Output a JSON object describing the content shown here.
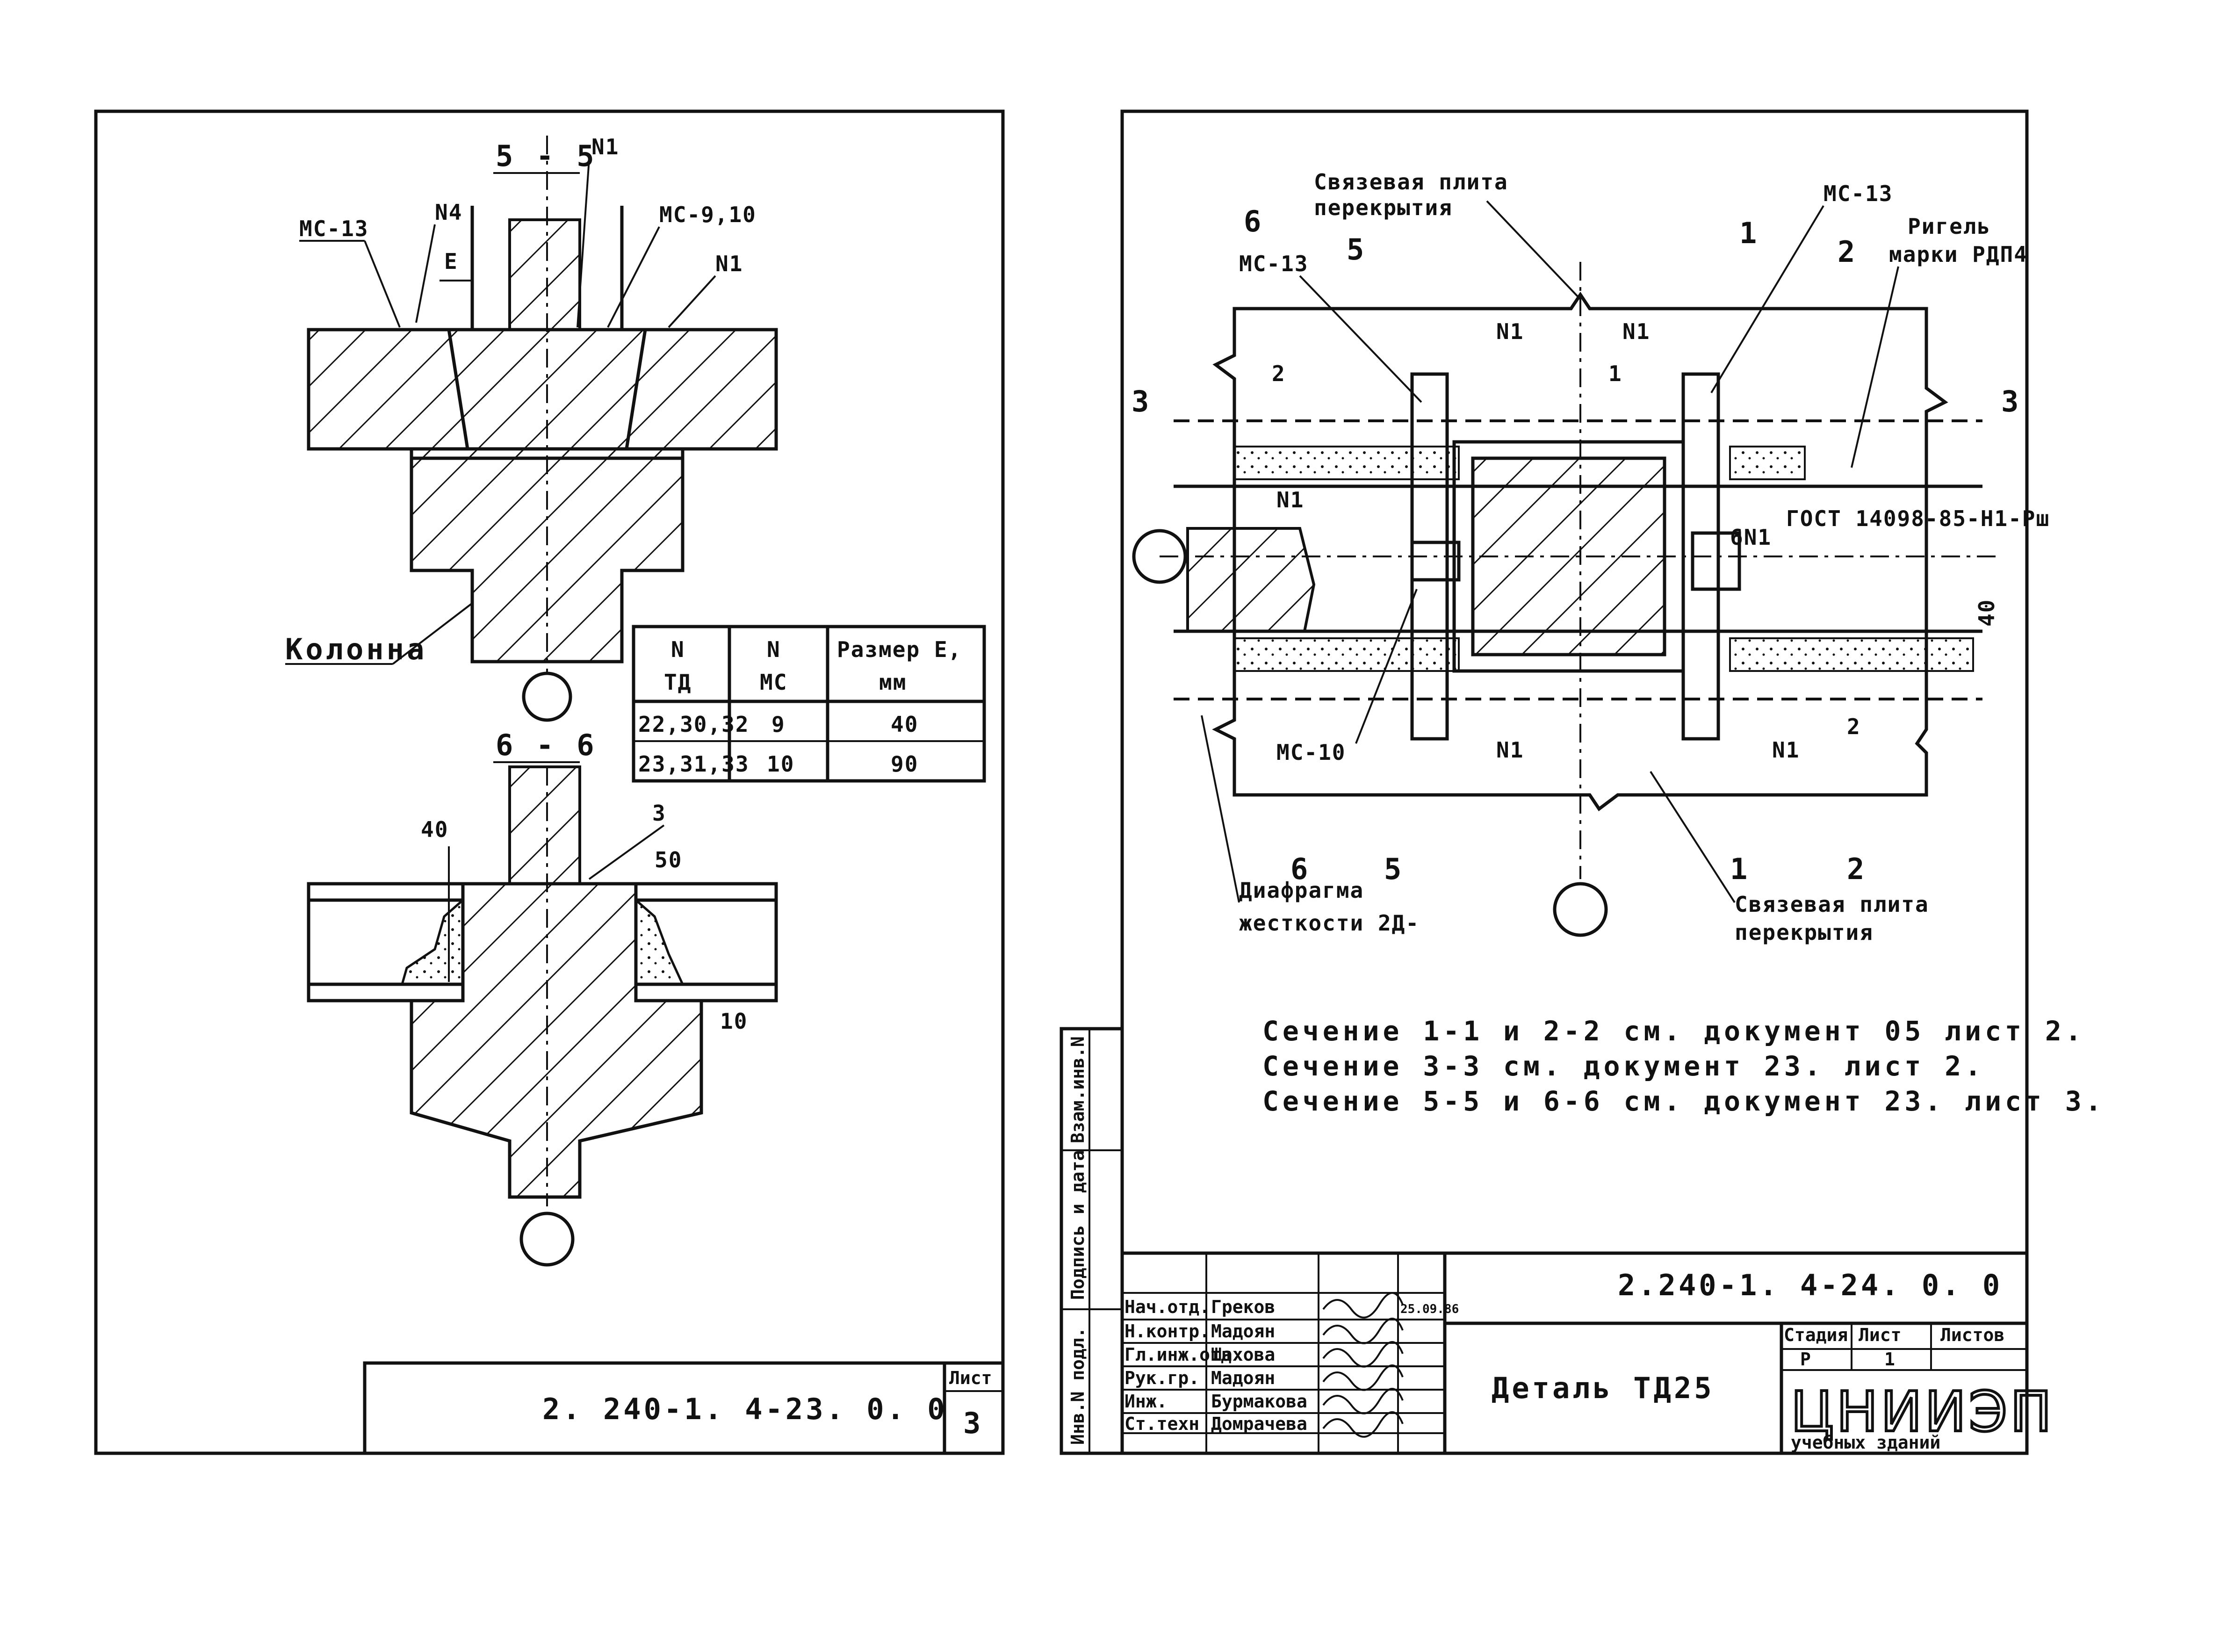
{
  "left_sheet": {
    "section_5": "5 - 5",
    "section_6": "6 - 6",
    "labels": {
      "n1": "N1",
      "n4": "N4",
      "mc13": "МС-13",
      "mc910": "МС-9,10",
      "e": "E",
      "column": "Колонна",
      "dim_40": "40",
      "dim_50": "50",
      "dim_10": "10",
      "item_3": "3"
    },
    "table": {
      "headers": [
        [
          "N",
          "ТД"
        ],
        [
          "N",
          "МС"
        ],
        [
          "Размер E,",
          "мм"
        ]
      ],
      "rows": [
        [
          "22,30,32",
          "9",
          "40"
        ],
        [
          "23,31,33",
          "10",
          "90"
        ]
      ]
    },
    "stamp": {
      "code": "2. 240-1. 4-23. 0. 0",
      "sheet_label": "Лист",
      "sheet_number": "3"
    }
  },
  "right_sheet": {
    "labels": {
      "tie_plate_top": [
        "Связевая плита",
        "перекрытия"
      ],
      "tie_plate_bottom": [
        "Связевая плита",
        "перекрытия"
      ],
      "mc13_a": "МС-13",
      "mc13_b": "МС-13",
      "mc10": "МС-10",
      "beam": [
        "Ригель",
        "марки РДП4"
      ],
      "gost": "ГОСТ 14098-85-Н1-Рш",
      "diaphragm": [
        "Диафрагма",
        "жесткости 2Д-"
      ],
      "n1": "N1",
      "six_n1": "6N1",
      "item_1": "1",
      "item_2": "2",
      "dim_40": "40",
      "cut_1": "1",
      "cut_2": "2",
      "cut_3": "3",
      "cut_5": "5",
      "cut_6": "6"
    },
    "notes": [
      "Сечение 1-1 и 2-2 см. документ 05 лист 2.",
      "Сечение 3-3 см. документ 23. лист 2.",
      "Сечение 5-5 и 6-6 см. документ 23. лист 3."
    ],
    "side_stamp": [
      "Взам.инв.N",
      "Подпись и дата",
      "Инв.N подл."
    ],
    "title_block": {
      "code": "2.240-1. 4-24. 0. 0",
      "title": "Деталь ТД25",
      "roles": [
        "Нач.отд.",
        "Н.контр.",
        "Гл.инж.отд",
        "Рук.гр.",
        "Инж.",
        "Ст.техн"
      ],
      "names": [
        "Греков",
        "Мадоян",
        "Шахова",
        "Мадоян",
        "Бурмакова",
        "Домрачева"
      ],
      "date": "25.09.86",
      "stage_label": "Стадия",
      "sheet_label": "Лист",
      "sheets_label": "Листов",
      "stage": "Р",
      "sheet": "1",
      "org": "ЦНИИЭП",
      "org_sub": "учебных зданий"
    }
  }
}
